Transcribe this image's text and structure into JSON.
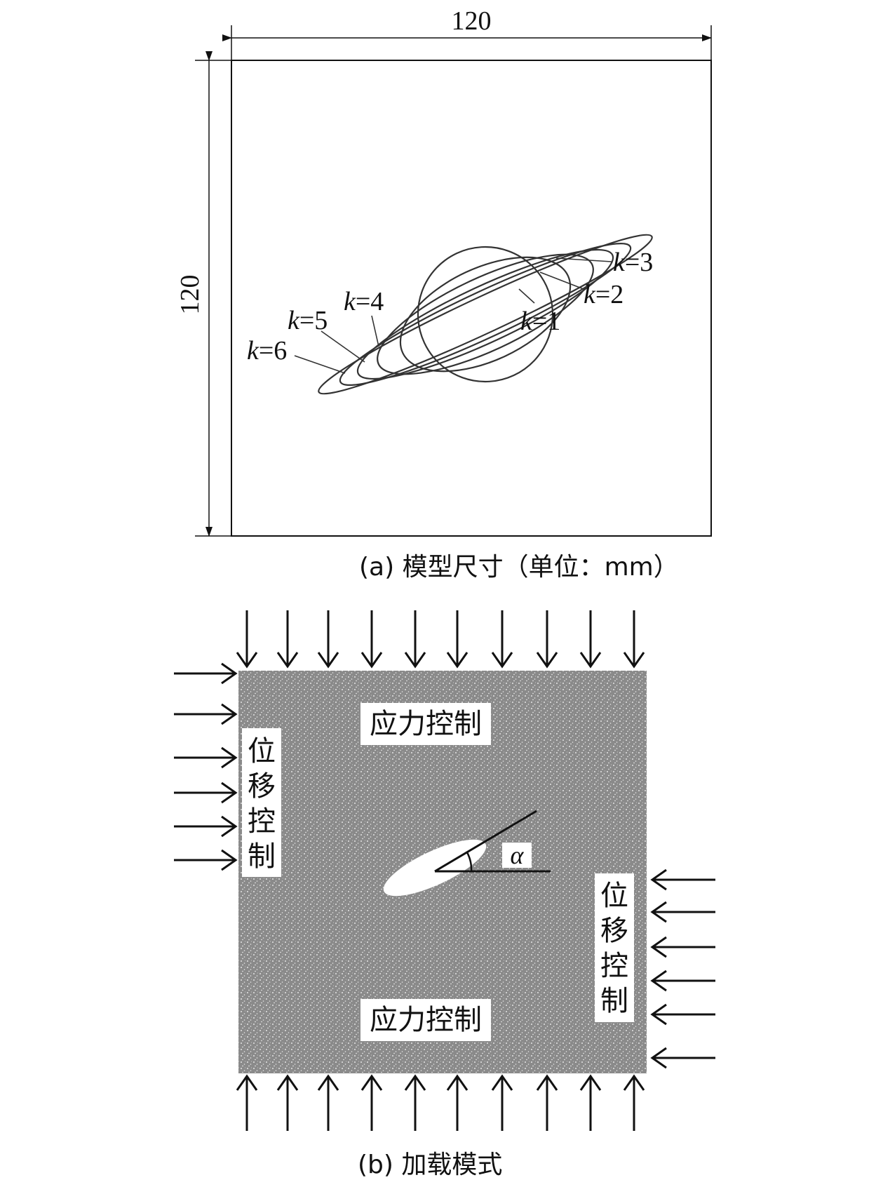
{
  "panel_a": {
    "dim_width_label": "120",
    "dim_height_label": "120",
    "curve_labels": [
      {
        "k": "k",
        "rest": "=1"
      },
      {
        "k": "k",
        "rest": "=2"
      },
      {
        "k": "k",
        "rest": "=3"
      },
      {
        "k": "k",
        "rest": "=4"
      },
      {
        "k": "k",
        "rest": "=5"
      },
      {
        "k": "k",
        "rest": "=6"
      }
    ],
    "caption": "(a) 模型尺寸（单位：mm）"
  },
  "panel_b": {
    "top_label": "应力控制",
    "bottom_label": "应力控制",
    "left_label": [
      "位",
      "移",
      "控",
      "制"
    ],
    "right_label": [
      "位",
      "移",
      "控",
      "制"
    ],
    "angle_label": "α",
    "caption": "(b) 加载模式"
  },
  "colors": {
    "specimen_fill": "#8a8a8a",
    "line": "#111111",
    "label_bg": "#ffffff"
  }
}
